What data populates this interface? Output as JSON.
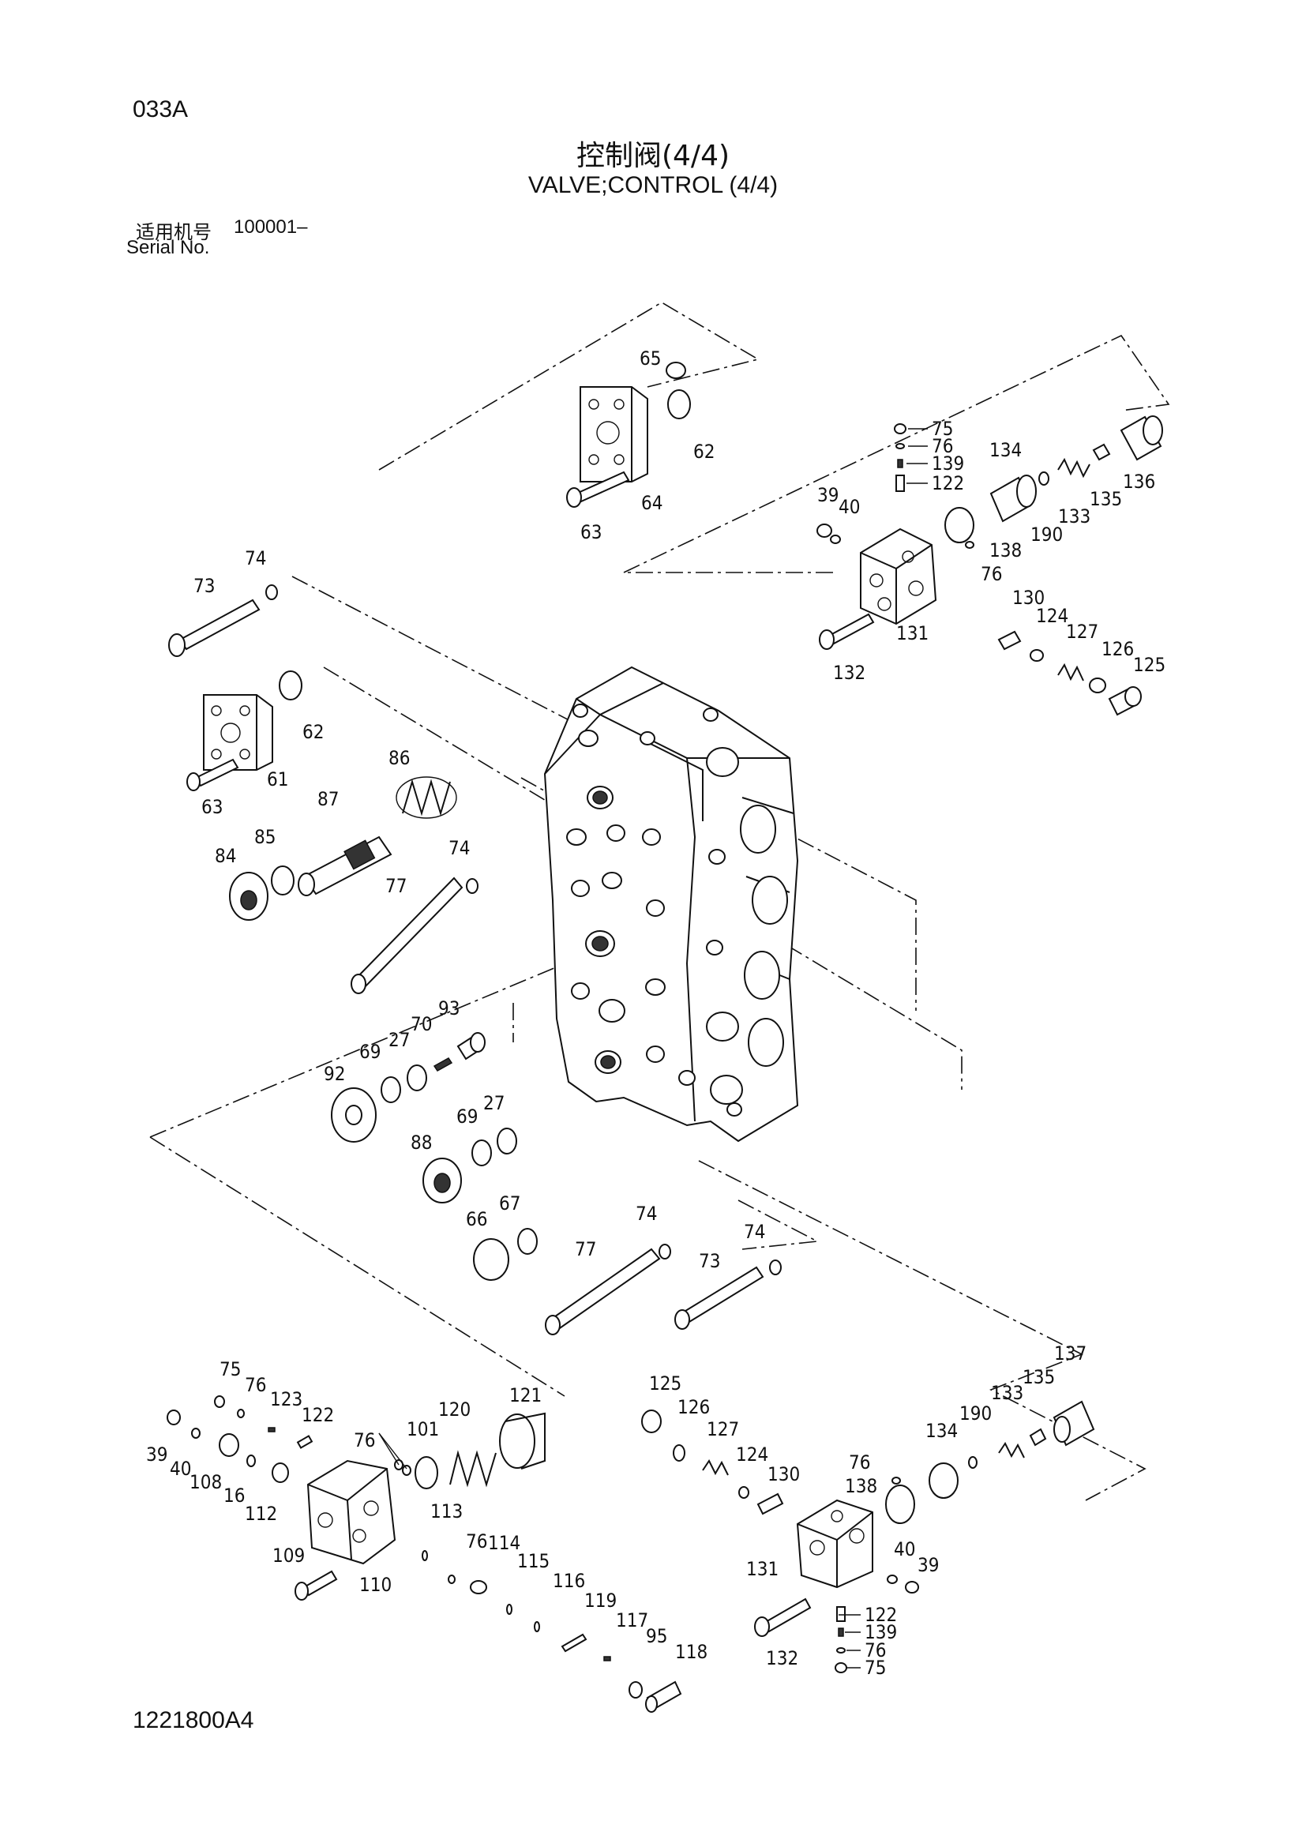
{
  "header": {
    "page_code": "033A",
    "title_cn": "控制阀(4/4)",
    "title_en": "VALVE;CONTROL (4/4)",
    "serial_label_cn": "适用机号",
    "serial_range": "100001–",
    "serial_label_en": "Serial No."
  },
  "footer": {
    "drawing_number": "1221800A4"
  },
  "callouts": {
    "c65": "65",
    "c62a": "62",
    "c64": "64",
    "c63a": "63",
    "c75a": "75",
    "c76a": "76",
    "c139a": "139",
    "c122a": "122",
    "c134a": "134",
    "c133a": "133",
    "c135a": "135",
    "c136": "136",
    "c190a": "190",
    "c39a": "39",
    "c40a": "40",
    "c138a": "138",
    "c76b": "76",
    "c131a": "131",
    "c130a": "130",
    "c124a": "124",
    "c127a": "127",
    "c126a": "126",
    "c125a": "125",
    "c132a": "132",
    "c74a": "74",
    "c73a": "73",
    "c62b": "62",
    "c61": "61",
    "c63b": "63",
    "c86": "86",
    "c87": "87",
    "c85": "85",
    "c84": "84",
    "c74b": "74",
    "c77a": "77",
    "c93": "93",
    "c70": "70",
    "c27a": "27",
    "c69a": "69",
    "c92": "92",
    "c27b": "27",
    "c69b": "69",
    "c88": "88",
    "c67": "67",
    "c66": "66",
    "c74c": "74",
    "c77b": "77",
    "c74d": "74",
    "c73b": "73",
    "c75b": "75",
    "c76c": "76",
    "c123": "123",
    "c122b": "122",
    "c121": "121",
    "c120": "120",
    "c101": "101",
    "c76d": "76",
    "c39b": "39",
    "c40b": "40",
    "c108": "108",
    "c16": "16",
    "c112": "112",
    "c113": "113",
    "c109": "109",
    "c110": "110",
    "c76e": "76",
    "c114": "114",
    "c115": "115",
    "c116": "116",
    "c119": "119",
    "c117": "117",
    "c95": "95",
    "c118": "118",
    "c125b": "125",
    "c126b": "126",
    "c127b": "127",
    "c124b": "124",
    "c130b": "130",
    "c76f": "76",
    "c138b": "138",
    "c134b": "134",
    "c190b": "190",
    "c133b": "133",
    "c135b": "135",
    "c137": "137",
    "c131b": "131",
    "c40c": "40",
    "c39c": "39",
    "c122c": "122",
    "c139b": "139",
    "c76g": "76",
    "c75c": "75",
    "c132b": "132"
  }
}
